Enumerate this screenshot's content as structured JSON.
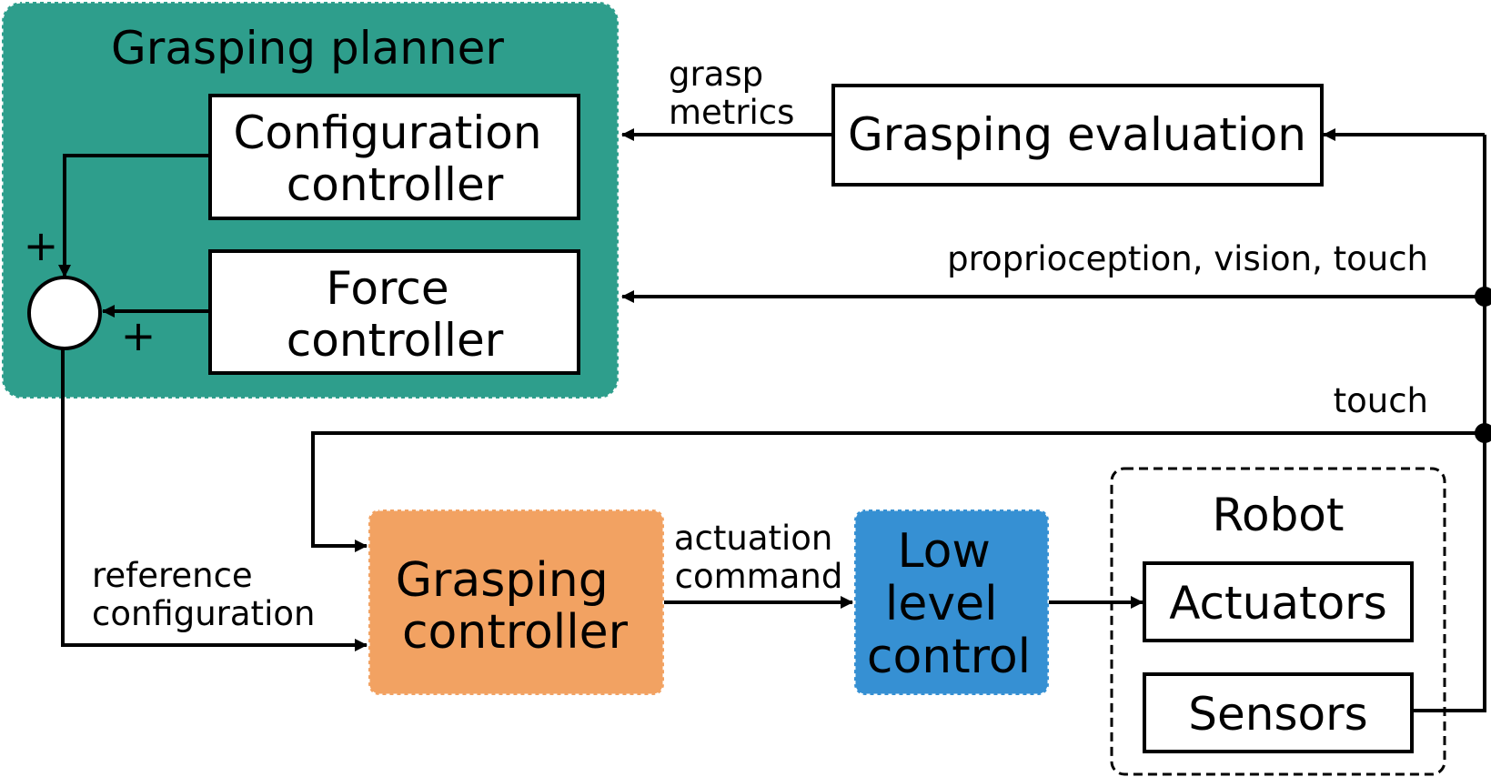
{
  "colors": {
    "planner_fill": "#2e9e8c",
    "grasping_controller_fill": "#f2a262",
    "low_level_fill": "#3690d3",
    "stroke": "#000000"
  },
  "planner": {
    "title": "Grasping planner",
    "configuration_controller": [
      "Configuration",
      "controller"
    ],
    "force_controller": [
      "Force",
      "controller"
    ],
    "plus_top": "+",
    "plus_side": "+"
  },
  "grasping_evaluation": {
    "label": "Grasping evaluation"
  },
  "grasping_controller": {
    "label": [
      "Grasping",
      "controller"
    ]
  },
  "low_level_control": {
    "label": [
      "Low",
      "level",
      "control"
    ]
  },
  "robot": {
    "title": "Robot",
    "actuators": "Actuators",
    "sensors": "Sensors"
  },
  "signals": {
    "grasp_metrics": [
      "grasp",
      "metrics"
    ],
    "proprioception": "proprioception, vision, touch",
    "touch": "touch",
    "reference_configuration": [
      "reference",
      "configuration"
    ],
    "actuation_command": [
      "actuation",
      "command"
    ]
  }
}
